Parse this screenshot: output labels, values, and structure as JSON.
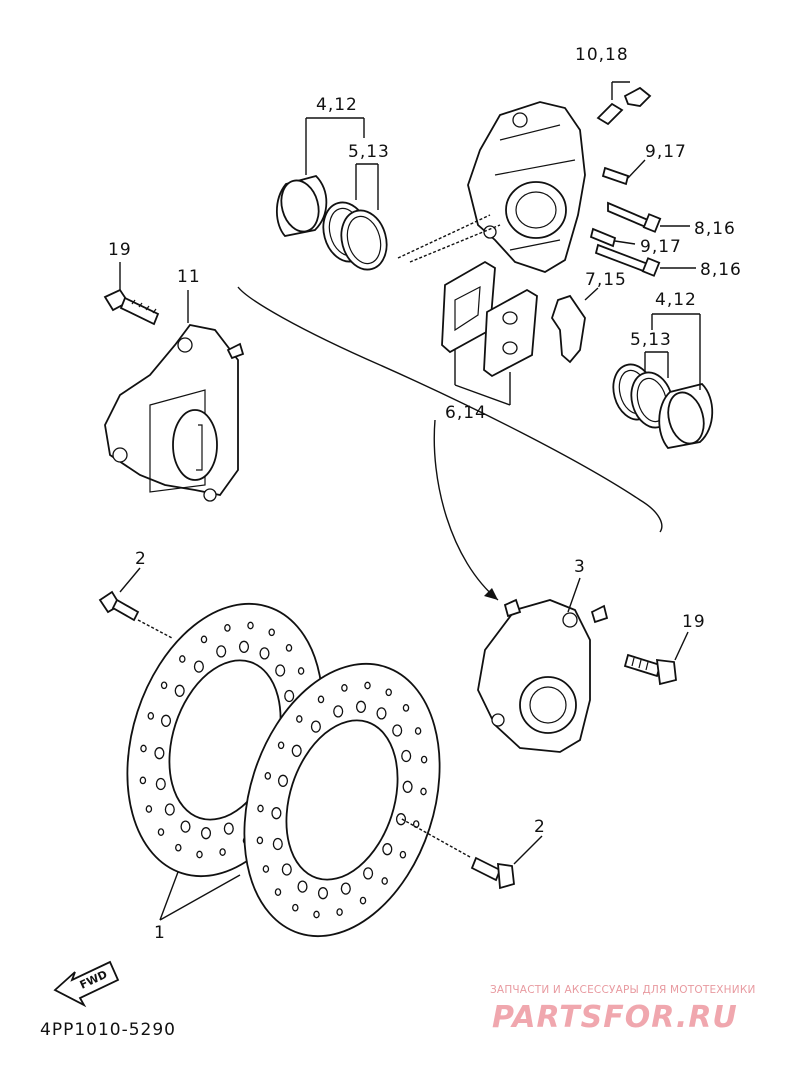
{
  "labels": {
    "p10_18": "10,18",
    "p4_12_top": "4,12",
    "p5_13_top": "5,13",
    "p9_17_top": "9,17",
    "p8_16_top": "8,16",
    "p9_17_mid": "9,17",
    "p8_16_mid": "8,16",
    "p19_left": "19",
    "p11": "11",
    "p7_15": "7,15",
    "p4_12_right": "4,12",
    "p5_13_right": "5,13",
    "p6_14": "6,14",
    "p2_left": "2",
    "p3": "3",
    "p19_right": "19",
    "p2_right": "2",
    "p1": "1"
  },
  "fwd_label": "FWD",
  "diagram_code": "4PP1010-5290",
  "watermark": {
    "caption": "ЗАПЧАСТИ И АКСЕССУАРЫ ДЛЯ МОТОТЕХНИКИ",
    "brand": "PARTSFOR.RU",
    "color": "#f0a7ae"
  },
  "icons": [
    "fwd-arrow-icon"
  ]
}
